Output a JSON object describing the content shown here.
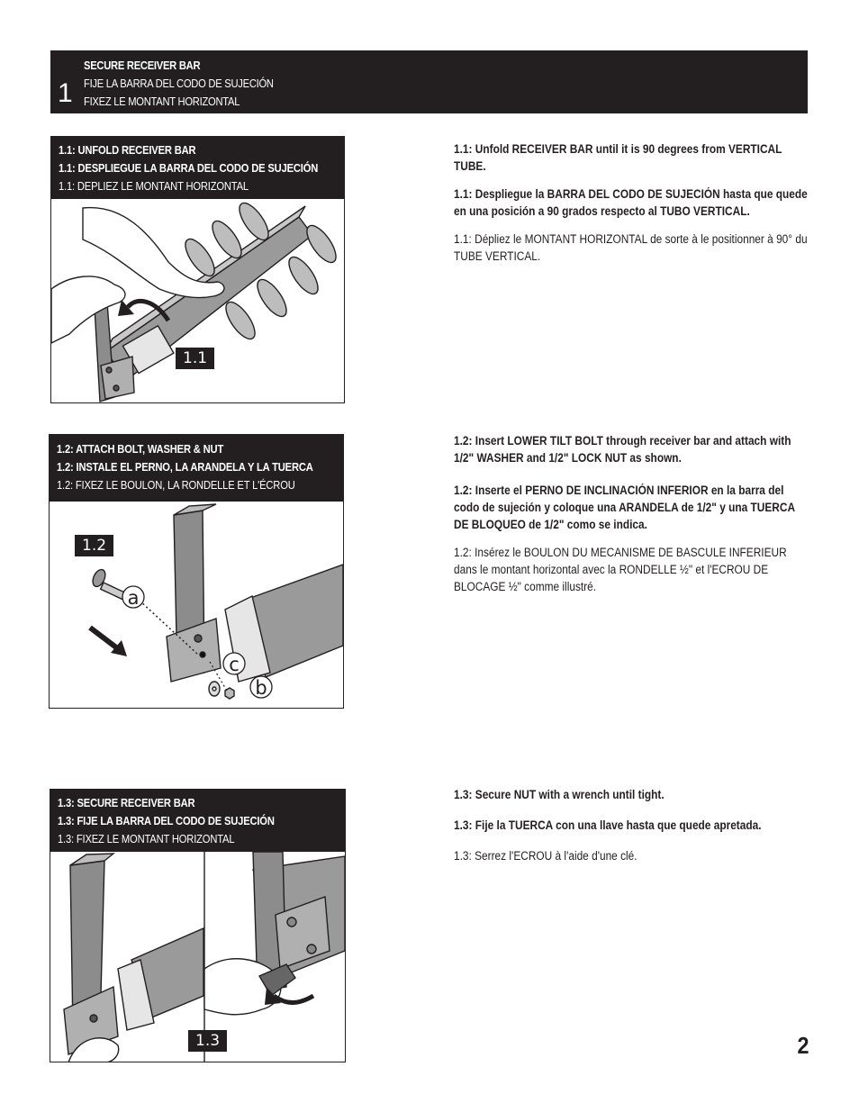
{
  "header": {
    "number": "1",
    "line_en": "SECURE RECEIVER BAR",
    "line_es": "FIJE LA BARRA DEL CODO DE SUJECIÓN",
    "line_fr": "FIXEZ LE MONTANT HORIZONTAL"
  },
  "steps": [
    {
      "badge": "1.1",
      "title_en": "1.1: UNFOLD RECEIVER BAR",
      "title_es": "1.1: DESPLIEGUE LA BARRA DEL CODO DE SUJECIÓN",
      "title_fr": "1.1: DEPLIEZ LE MONTANT HORIZONTAL",
      "text_en": "1.1: Unfold RECEIVER BAR until it is 90 degrees from VERTICAL TUBE.",
      "text_es": "1.1: Despliegue la BARRA DEL CODO DE SUJECIÓN hasta que quede en una posición a 90 grados respecto al TUBO VERTICAL.",
      "text_fr": "1.1: Dépliez le MONTANT HORIZONTAL de sorte à le positionner à 90° du TUBE VERTICAL."
    },
    {
      "badge": "1.2",
      "title_en": "1.2: ATTACH BOLT, WASHER & NUT",
      "title_es": "1.2: INSTALE EL PERNO, LA ARANDELA Y LA TUERCA",
      "title_fr": "1.2: FIXEZ LE BOULON, LA RONDELLE ET L'ÉCROU",
      "callouts": [
        "a",
        "c",
        "b"
      ],
      "text_en": "1.2: Insert LOWER TILT BOLT through receiver bar and attach with 1/2\" WASHER and 1/2\" LOCK NUT as shown.",
      "text_es": "1.2: Inserte el PERNO DE INCLINACIÓN INFERIOR en la barra del codo de sujeción y coloque una ARANDELA de 1/2\" y una TUERCA DE BLOQUEO de 1/2\" como se indica.",
      "text_fr": "1.2: Insérez le BOULON DU MECANISME DE BASCULE INFERIEUR dans le montant horizontal avec la RONDELLE ½\" et l'ECROU DE BLOCAGE ½\" comme illustré."
    },
    {
      "badge": "1.3",
      "title_en": "1.3: SECURE RECEIVER BAR",
      "title_es": "1.3: FIJE LA BARRA DEL CODO DE SUJECIÓN",
      "title_fr": "1.3: FIXEZ LE MONTANT HORIZONTAL",
      "text_en": "1.3: Secure NUT with a wrench until tight.",
      "text_es": "1.3: Fije la TUERCA con una llave hasta que quede apretada.",
      "text_fr": "1.3: Serrez l'ECROU à l'aide d'une clé."
    }
  ],
  "page_number": "2"
}
